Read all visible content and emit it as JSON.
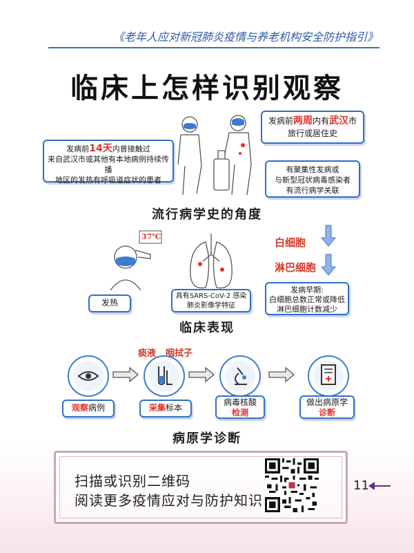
{
  "header": {
    "text": "《老年人应对新冠肺炎疫情与养老机构安全防护指引》"
  },
  "title": "临床上怎样识别观察",
  "epidemiology": {
    "box_left": {
      "p1": "发病前",
      "p1_red": "14天",
      "p2": "内曾接触过",
      "line2": "来自武汉市或其他有本地病例持续传播",
      "line3": "地区的发热有呼吸道症状的患者"
    },
    "box_travel": {
      "p1": "发病前",
      "red1": "两周",
      "p2": "内有",
      "red2": "武汉",
      "p3": "市",
      "line2": "旅行或居住史"
    },
    "box_cluster": {
      "line1": "有聚集性发病或",
      "line2": "与新型冠状病毒感染者",
      "line3": "有流行病学关联"
    },
    "label": "流行病学史的角度"
  },
  "clinical": {
    "thermo_text": "37℃",
    "fever_box": "发热",
    "lung_box": {
      "line1": "具有SARS-CoV-2 感染",
      "line2": "肺炎影像学特征"
    },
    "wbc": "白细胞",
    "lymph": "淋巴细胞",
    "early_box": {
      "line1": "发病早期:",
      "line2": "白细胞总数正常或降低",
      "line3": "淋巴细胞计数减少"
    },
    "label": "临床表现"
  },
  "pathogen": {
    "sample_labels": {
      "a": "痰液",
      "b": "咽拭子"
    },
    "steps": [
      {
        "red": "观察",
        "text": "病例"
      },
      {
        "red": "采集",
        "text": "标本"
      },
      {
        "text": "病毒核酸",
        "red": "检测"
      },
      {
        "text": "做出病原学",
        "red": "诊断"
      }
    ],
    "label": "病原学诊断"
  },
  "qr_section": {
    "line1": "扫描或识别二维码",
    "line2": "阅读更多疫情应对与防护知识"
  },
  "page_number": "11",
  "colors": {
    "accent": "#2f6ec7",
    "red": "#e0312b",
    "header": "#2b5aa8"
  }
}
